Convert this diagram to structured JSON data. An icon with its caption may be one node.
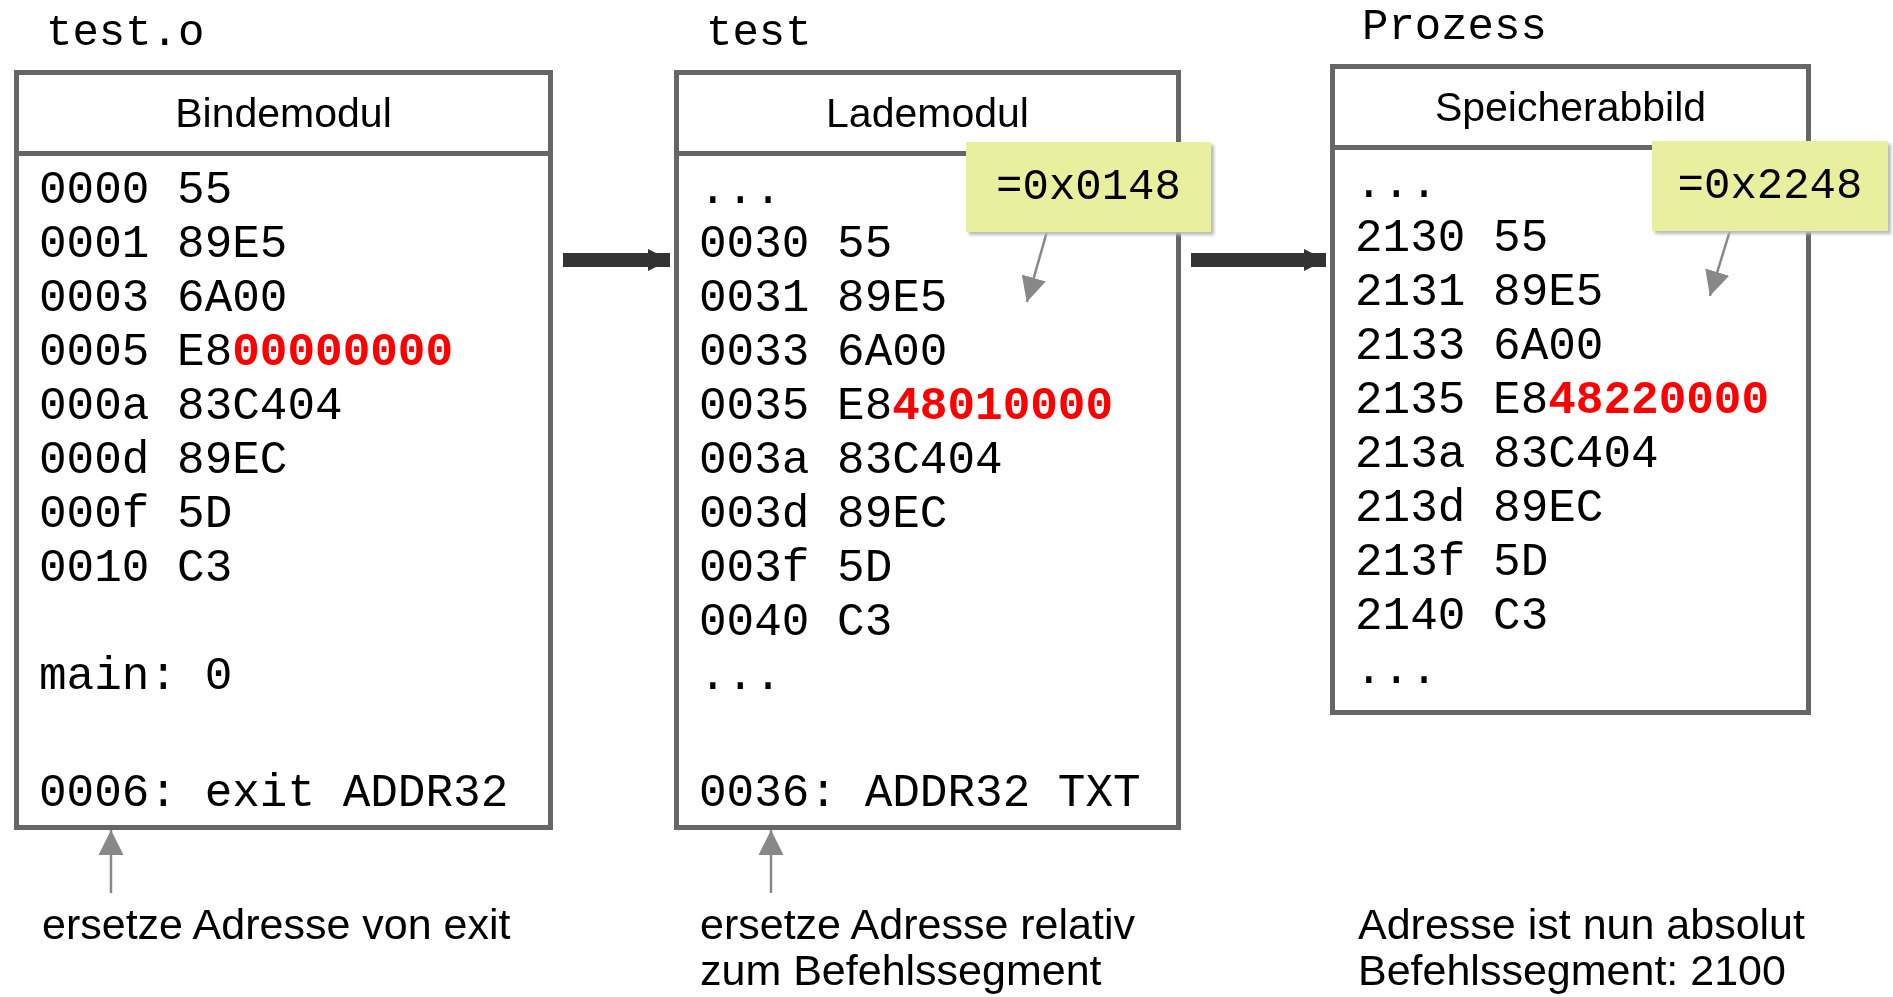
{
  "diagram": {
    "nodes": [
      {
        "text": [
          "test.o",
          "Bindemodul",
          "0000 55",
          "0001 89E5",
          "0003 6A00",
          "0005 E8**00000000**",
          "000a 83C404",
          "000d 89EC",
          "000f 5D",
          "0010 C3",
          "main: 0"
        ]
      },
      {
        "text": [
          "0006: exit ADDR32"
        ],
        "in": 0
      },
      {
        "text": [
          "test",
          "Lademodul",
          "...",
          "0030 55",
          "0031 89E5",
          "0033 6A00",
          "0035 E8**48010000**",
          "003a 83C404",
          "003d 89EC",
          "003f 5D",
          "0040 C3",
          "..."
        ]
      },
      {
        "text": [
          "0036: ADDR32 TXT"
        ],
        "in": 2
      },
      {
        "text": [
          "=0x0148"
        ]
      },
      {
        "text": [
          "Prozess",
          "Speicherabbild",
          "...",
          "2130 55",
          "2131 89E5",
          "2133 6A00",
          "2135 E8**48220000**",
          "213a 83C404",
          "213d 89EC",
          "213f 5D",
          "2140 C3",
          "..."
        ]
      },
      {
        "text": [
          "=0x2248"
        ]
      },
      {
        "text": [
          "ersetze Adresse von exit"
        ]
      },
      {
        "text": [
          "ersetze Adresse relativ zum Befehlssegment"
        ]
      }
    ],
    "edges": [
      {
        "from": 0,
        "to": 2,
        "arrow": "to",
        "style": "thick",
        "color": "#333333"
      },
      {
        "from": 2,
        "to": 5,
        "arrow": "to",
        "style": "thick",
        "color": "#333333"
      },
      {
        "from": 7,
        "to": 1,
        "arrow": "to"
      },
      {
        "from": 8,
        "to": 3,
        "arrow": "to"
      },
      {
        "from": 4,
        "to": 2,
        "arrow": "to"
      },
      {
        "from": 6,
        "to": 5,
        "arrow": "to"
      }
    ],
    "labels": [
      "Adresse ist nun absolut",
      "Befehlssegment: 2100"
    ]
  }
}
